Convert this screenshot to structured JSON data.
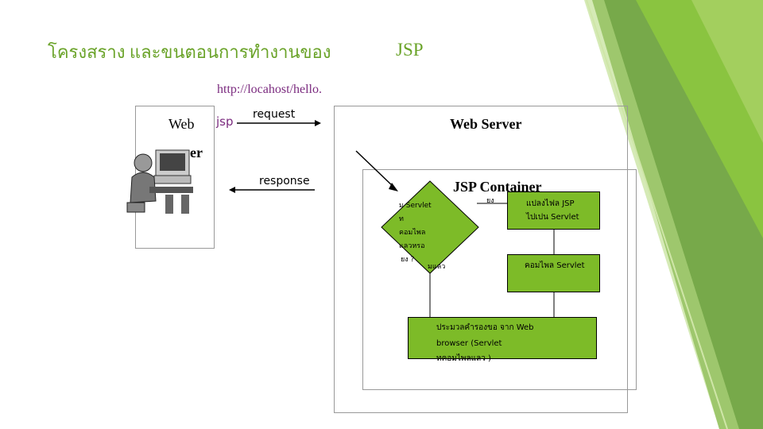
{
  "slide": {
    "title_left": "โครงสราง และขนตอนการทำงานของ",
    "title_right": "JSP",
    "url": "http://locahost/hello.",
    "colors": {
      "accent_green": "#7dbb28",
      "title": "#6aa329",
      "url": "#7b2b7f"
    }
  },
  "browser": {
    "label_web": "Web",
    "label_jsp": "jsp",
    "label_er": "er",
    "icon": "user-at-computer-icon"
  },
  "arrows": {
    "request": "request",
    "response": "response"
  },
  "web_server": {
    "label": "Web Server"
  },
  "container": {
    "title": "JSP Container",
    "decision_lines": [
      "ม Servlet",
      "ท",
      "คอมไพล",
      "แลวหรอ",
      "ยง ?"
    ],
    "yes_label": "ยง",
    "no_label": "มแลว",
    "convert_box": [
      "แปลงไฟล JSP",
      "ไปเปน Servlet"
    ],
    "compile_box": "คอมไพล Servlet",
    "process_box": [
      "ประมวลคำรองขอ จาก Web",
      "browser (Servlet",
      "ทคอมไพลแลว )"
    ]
  }
}
